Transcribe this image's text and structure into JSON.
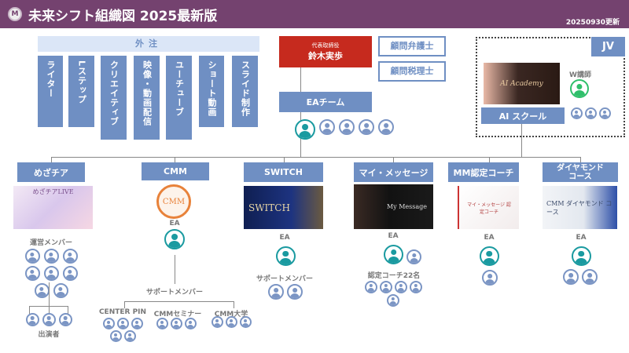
{
  "header": {
    "logo": "M",
    "title": "未来シフト組織図 2025最新版",
    "updated": "20250930更新"
  },
  "outsourcing": {
    "label": "外注",
    "items": [
      "ライター",
      "Lステップ",
      "クリエイティブ",
      "映像・動画配信",
      "ユーチューブ",
      "ショート動画",
      "スライド制作"
    ]
  },
  "ceo": {
    "role": "代表取締役",
    "name": "鈴木実歩"
  },
  "advisors": [
    "顧問弁護士",
    "顧問税理士"
  ],
  "ea_team": {
    "label": "EAチーム"
  },
  "jv": {
    "label": "JV",
    "teacher_label": "W講師",
    "school_label": "AI スクール",
    "image_text": "AI Academy"
  },
  "divisions": {
    "mezachia": {
      "label": "めざチア",
      "image_text": "めざチアLIVE",
      "staff_label": "運営メンバー",
      "cast_label": "出演者"
    },
    "cmm": {
      "label": "CMM",
      "logo_text": "CMM",
      "ea_label": "EA",
      "support_label": "サポートメンバー",
      "subs": [
        "CENTER PIN",
        "CMMセミナー",
        "CMM大学"
      ]
    },
    "switch": {
      "label": "SWITCH",
      "image_text": "SWITCH",
      "ea_label": "EA",
      "support_label": "サポートメンバー"
    },
    "mymessage": {
      "label": "マイ・メッセージ",
      "image_text": "My Message",
      "ea_label": "EA",
      "coach_label": "認定コーチ22名"
    },
    "mmcoach": {
      "label": "MM認定コーチ",
      "image_text": "マイ・メッセージ 認定コーチ",
      "ea_label": "EA"
    },
    "diamond": {
      "label": "ダイヤモンド\nコース",
      "image_text": "CMM ダイヤモンド コース",
      "ea_label": "EA"
    }
  },
  "avatar_groups": {
    "ea_team": [
      {
        "color": "teal",
        "count": 1
      },
      {
        "color": "blue",
        "count": 4
      }
    ],
    "jv_teacher": [
      {
        "color": "green",
        "count": 1
      }
    ],
    "jv_school": [
      {
        "color": "blue",
        "count": 3
      }
    ],
    "mezachia_staff": [
      {
        "color": "blue",
        "count": 8
      }
    ],
    "mezachia_cast": [
      {
        "color": "blue",
        "count": 3
      }
    ],
    "cmm_ea": [
      {
        "color": "teal",
        "count": 1
      }
    ],
    "cmm_centerpin": [
      {
        "color": "blue",
        "count": 5
      }
    ],
    "cmm_seminar": [
      {
        "color": "blue",
        "count": 3
      }
    ],
    "cmm_univ": [
      {
        "color": "blue",
        "count": 3
      }
    ],
    "switch_ea": [
      {
        "color": "teal",
        "count": 1
      }
    ],
    "switch_support": [
      {
        "color": "blue",
        "count": 2
      }
    ],
    "mymessage_ea": [
      {
        "color": "teal",
        "count": 1
      },
      {
        "color": "blue",
        "count": 1
      }
    ],
    "mymessage_coach": [
      {
        "color": "blue",
        "count": 5
      }
    ],
    "mmcoach_ea": [
      {
        "color": "teal",
        "count": 1
      }
    ],
    "mmcoach_other": [
      {
        "color": "blue",
        "count": 1
      }
    ],
    "diamond_ea": [
      {
        "color": "teal",
        "count": 1
      }
    ],
    "diamond_other": [
      {
        "color": "blue",
        "count": 2
      }
    ]
  },
  "colors": {
    "header": "#74426f",
    "box": "#6f8fc3",
    "ceo": "#c62a1e",
    "teal": "#1a9aa0",
    "green": "#2fbf6a"
  }
}
